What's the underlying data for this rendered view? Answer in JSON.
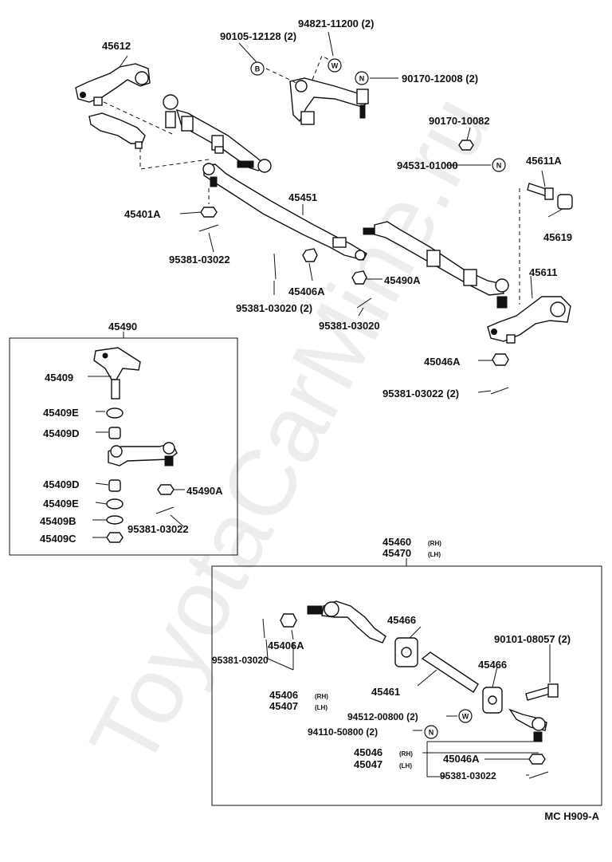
{
  "diagram": {
    "code": "MC H909-A",
    "watermark": "ToyotaCarMine.ru",
    "part_labels": [
      "94821-11200 (2)",
      "90105-12128 (2)",
      "45612",
      "90170-12008 (2)",
      "90170-10082",
      "94531-01000",
      "45611A",
      "45451",
      "45401A",
      "45619",
      "95381-03022",
      "45406A",
      "45490A",
      "95381-03020 (2)",
      "95381-03020",
      "45611",
      "45490",
      "45046A",
      "45409",
      "95381-03022 (2)",
      "45409E",
      "45409D",
      "45409D",
      "45490A",
      "45409E",
      "45409B",
      "95381-03022",
      "45409C",
      "45460",
      "45470",
      "45466",
      "45406A",
      "95381-03020",
      "90101-08057 (2)",
      "45466",
      "45461",
      "45406",
      "45407",
      "94512-00800 (2)",
      "94110-50800 (2)",
      "45046",
      "45046A",
      "45047",
      "95381-03022"
    ],
    "side_marks": [
      "(RH)",
      "(LH)",
      "(RH)",
      "(LH)",
      "(RH)",
      "(LH)"
    ],
    "symbols": [
      "B",
      "W",
      "N",
      "N",
      "N",
      "W",
      "N"
    ]
  }
}
